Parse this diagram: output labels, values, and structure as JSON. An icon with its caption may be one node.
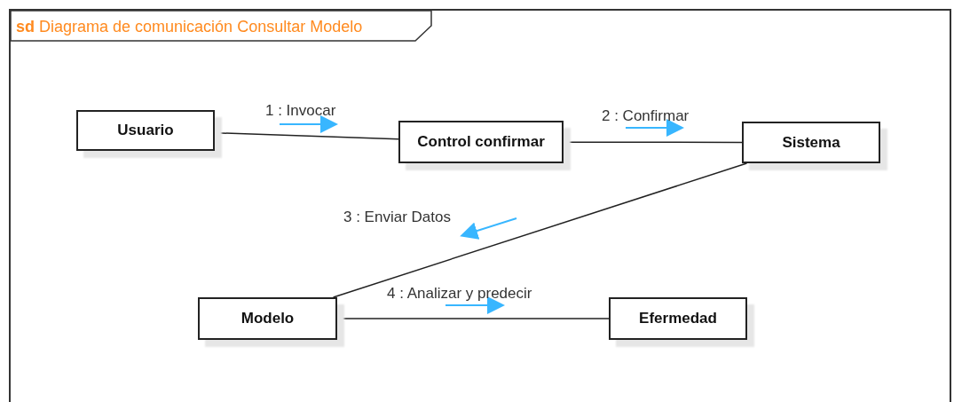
{
  "diagram": {
    "nodes": [
      {
        "text": [
          "**sd** Diagrama de comunicación Consultar Modelo"
        ]
      },
      {
        "text": [
          "Usuario"
        ],
        "in": 0
      },
      {
        "text": [
          "Control confirmar"
        ],
        "in": 0
      },
      {
        "text": [
          "Sistema"
        ],
        "in": 0
      },
      {
        "text": [
          "Modelo"
        ],
        "in": 0
      },
      {
        "text": [
          "Efermedad"
        ],
        "in": 0
      }
    ],
    "edges": [
      {
        "from": 1,
        "to": 2,
        "arrow": "none",
        "label": "1 : Invocar"
      },
      {
        "from": 2,
        "to": 3,
        "arrow": "none",
        "label": "2 : Confirmar"
      },
      {
        "from": 3,
        "to": 4,
        "arrow": "none",
        "label": "3 : Enviar Datos"
      },
      {
        "from": 4,
        "to": 5,
        "arrow": "none",
        "label": "4 : Analizar y predecir"
      }
    ]
  }
}
